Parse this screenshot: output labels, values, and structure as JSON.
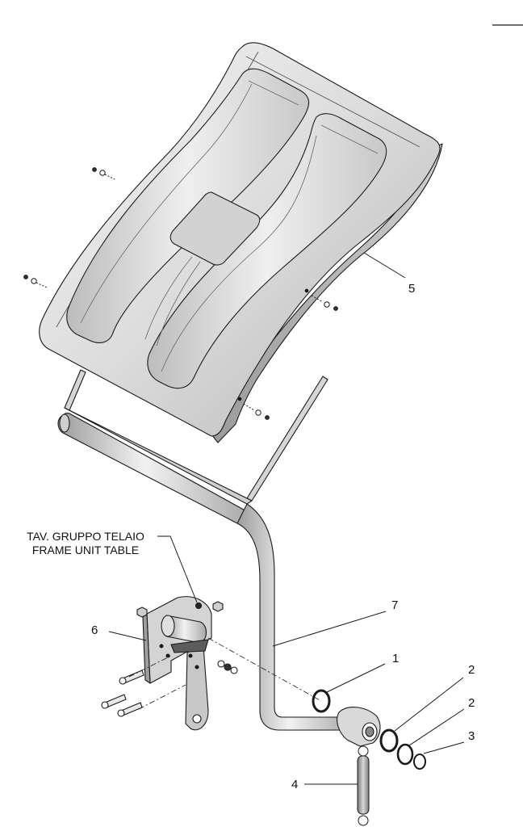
{
  "diagram": {
    "reference_lines": [
      "TAV. GRUPPO TELAIO",
      "FRAME UNIT TABLE"
    ],
    "callouts": [
      {
        "id": "callout-5",
        "label": "5"
      },
      {
        "id": "callout-7",
        "label": "7"
      },
      {
        "id": "callout-6",
        "label": "6"
      },
      {
        "id": "callout-1",
        "label": "1"
      },
      {
        "id": "callout-2a",
        "label": "2"
      },
      {
        "id": "callout-2b",
        "label": "2"
      },
      {
        "id": "callout-3",
        "label": "3"
      },
      {
        "id": "callout-4",
        "label": "4"
      }
    ],
    "colors": {
      "line": "#1a1a1a",
      "fill_light": "#e4e4e4",
      "fill_mid": "#bdbdbd",
      "fill_dark": "#8a8a8a"
    }
  }
}
